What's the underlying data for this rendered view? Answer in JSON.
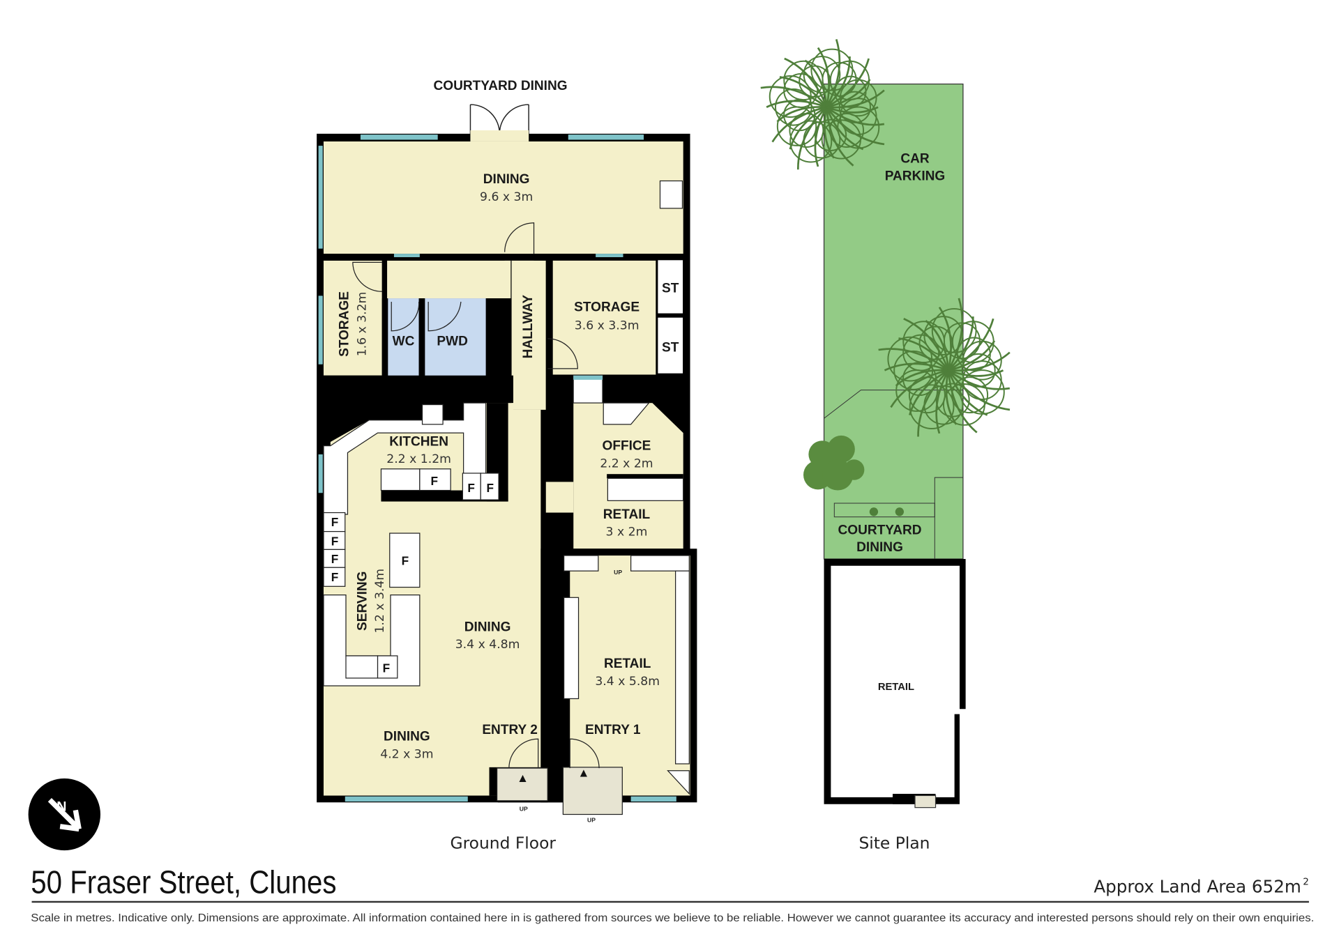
{
  "colors": {
    "wall": "#000000",
    "floor": "#f4f0ca",
    "wet": "#c8daf0",
    "window": "#7fc3c9",
    "lawn": "#93cb86",
    "tree": "#4f7f3a"
  },
  "ground_floor": {
    "caption": "Ground Floor",
    "outside_label": "COURTYARD DINING",
    "rooms": [
      {
        "name": "DINING",
        "dims": "9.6 x 3m"
      },
      {
        "name": "STORAGE",
        "dims": "1.6 x 3.2m"
      },
      {
        "name": "WC"
      },
      {
        "name": "PWD"
      },
      {
        "name": "HALLWAY"
      },
      {
        "name": "STORAGE",
        "dims": "3.6 x 3.3m"
      },
      {
        "name": "KITCHEN",
        "dims": "2.2 x 1.2m"
      },
      {
        "name": "OFFICE",
        "dims": "2.2 x 2m"
      },
      {
        "name": "RETAIL",
        "dims": "3 x 2m"
      },
      {
        "name": "SERVING",
        "dims": "1.2 x 3.4m"
      },
      {
        "name": "DINING",
        "dims": "3.4 x 4.8m"
      },
      {
        "name": "RETAIL",
        "dims": "3.4 x 5.8m"
      },
      {
        "name": "DINING",
        "dims": "4.2 x 3m"
      },
      {
        "name": "ENTRY 2"
      },
      {
        "name": "ENTRY 1"
      }
    ],
    "store_label": "ST",
    "fridge_label": "F",
    "up_label": "UP"
  },
  "site_plan": {
    "caption": "Site Plan",
    "car_parking": [
      "CAR",
      "PARKING"
    ],
    "courtyard": [
      "COURTYARD",
      "DINING"
    ],
    "retail": "RETAIL"
  },
  "compass": {
    "label": "N"
  },
  "footer": {
    "address": "50 Fraser Street, Clunes",
    "land_area": "Approx Land Area 652m",
    "land_area_sup": "2",
    "disclaimer": "Scale in metres. Indicative only. Dimensions are approximate. All information contained here in is gathered from sources we believe to be reliable. However we cannot guarantee its accuracy and interested persons should rely on their own enquiries."
  }
}
